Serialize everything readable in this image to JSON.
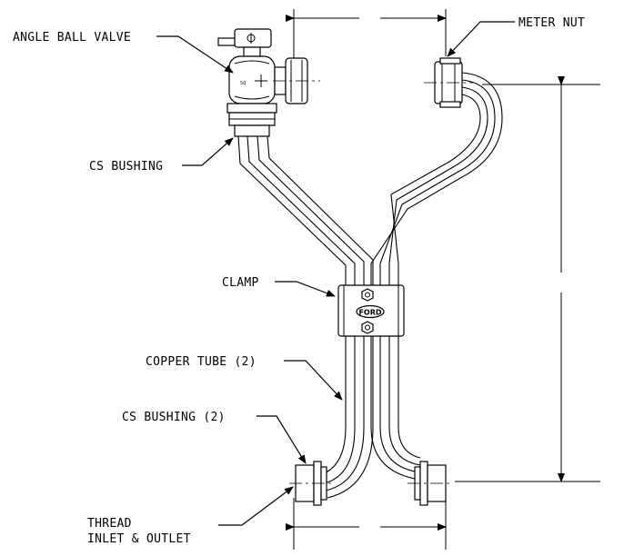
{
  "labels": {
    "angle_ball_valve": "ANGLE BALL VALVE",
    "meter_nut": "METER NUT",
    "cs_bushing": "CS BUSHING",
    "clamp": "CLAMP",
    "copper_tube": "COPPER TUBE (2)",
    "cs_bushing_2": "CS BUSHING (2)",
    "thread_line1": "THREAD",
    "thread_line2": "INLET & OUTLET",
    "ford_logo": "FORD"
  }
}
